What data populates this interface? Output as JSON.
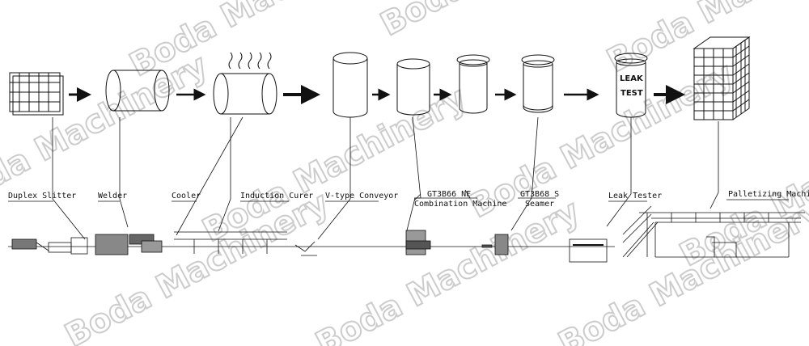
{
  "watermark": "Boda Machinery",
  "can_text": {
    "line1": "LEAK",
    "line2": "TEST"
  },
  "stations": [
    {
      "label": "Duplex Slitter"
    },
    {
      "label": "Welder"
    },
    {
      "label": "Cooler"
    },
    {
      "label": "Induction Curer"
    },
    {
      "label": "V-type Conveyor"
    },
    {
      "label": "GT3B66 NF",
      "label2": "Combination Machine"
    },
    {
      "label": "GT3B68 S",
      "label2": "Seamer"
    },
    {
      "label": "Leak Tester"
    },
    {
      "label": "Palletizing Machine"
    }
  ]
}
